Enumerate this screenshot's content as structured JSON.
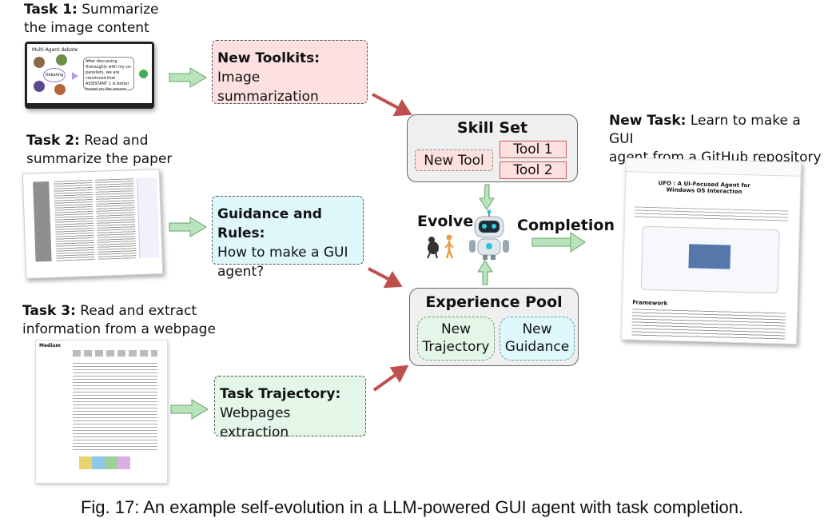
{
  "tasks": [
    {
      "prefix": "Task 1:",
      "line1": " Summarize",
      "line2": "the image content"
    },
    {
      "prefix": "Task 2:",
      "line1": " Read and",
      "line2": "summarize the paper"
    },
    {
      "prefix": "Task 3:",
      "line1": " Read and extract",
      "line2": "information from a webpage"
    }
  ],
  "new_task": {
    "prefix": "New Task:",
    "line1": " Learn to make a GUI",
    "line2": "agent from a GitHub repository"
  },
  "boxes": {
    "toolkits": {
      "title": "New Toolkits:",
      "body": "Image summarization"
    },
    "guidance": {
      "title": "Guidance and Rules:",
      "body1": "How to make a GUI",
      "body2": "agent?"
    },
    "trajectory": {
      "title": "Task Trajectory:",
      "body": "Webpages extraction"
    }
  },
  "skill_set": {
    "title": "Skill Set",
    "new_tool": "New Tool",
    "tool1": "Tool 1",
    "tool2": "Tool 2"
  },
  "experience_pool": {
    "title": "Experience Pool",
    "left1": "New",
    "left2": "Trajectory",
    "right1": "New",
    "right2": "Guidance"
  },
  "labels": {
    "evolve": "Evolve",
    "completion": "Completion"
  },
  "thumb1": {
    "title": "Multi-Agent debate",
    "center": "Debating",
    "bubble": "After discussing thoroughly with my co-panelists, we are convinced that ASSISTANT 1 is better based on the reason..."
  },
  "thumb3": {
    "brand": "Medium"
  },
  "github": {
    "title": "UFO : A UI-Focused Agent for Windows OS Interaction",
    "section": "Framework"
  },
  "caption": "Fig. 17: An example self-evolution in a LLM-powered GUI agent with task completion.",
  "colors": {
    "pink": "#fde0e0",
    "cyan": "#ddf7fb",
    "green": "#e4f6e8",
    "arrow_green": "#b9e3bb",
    "arrow_red": "#c0504d"
  }
}
